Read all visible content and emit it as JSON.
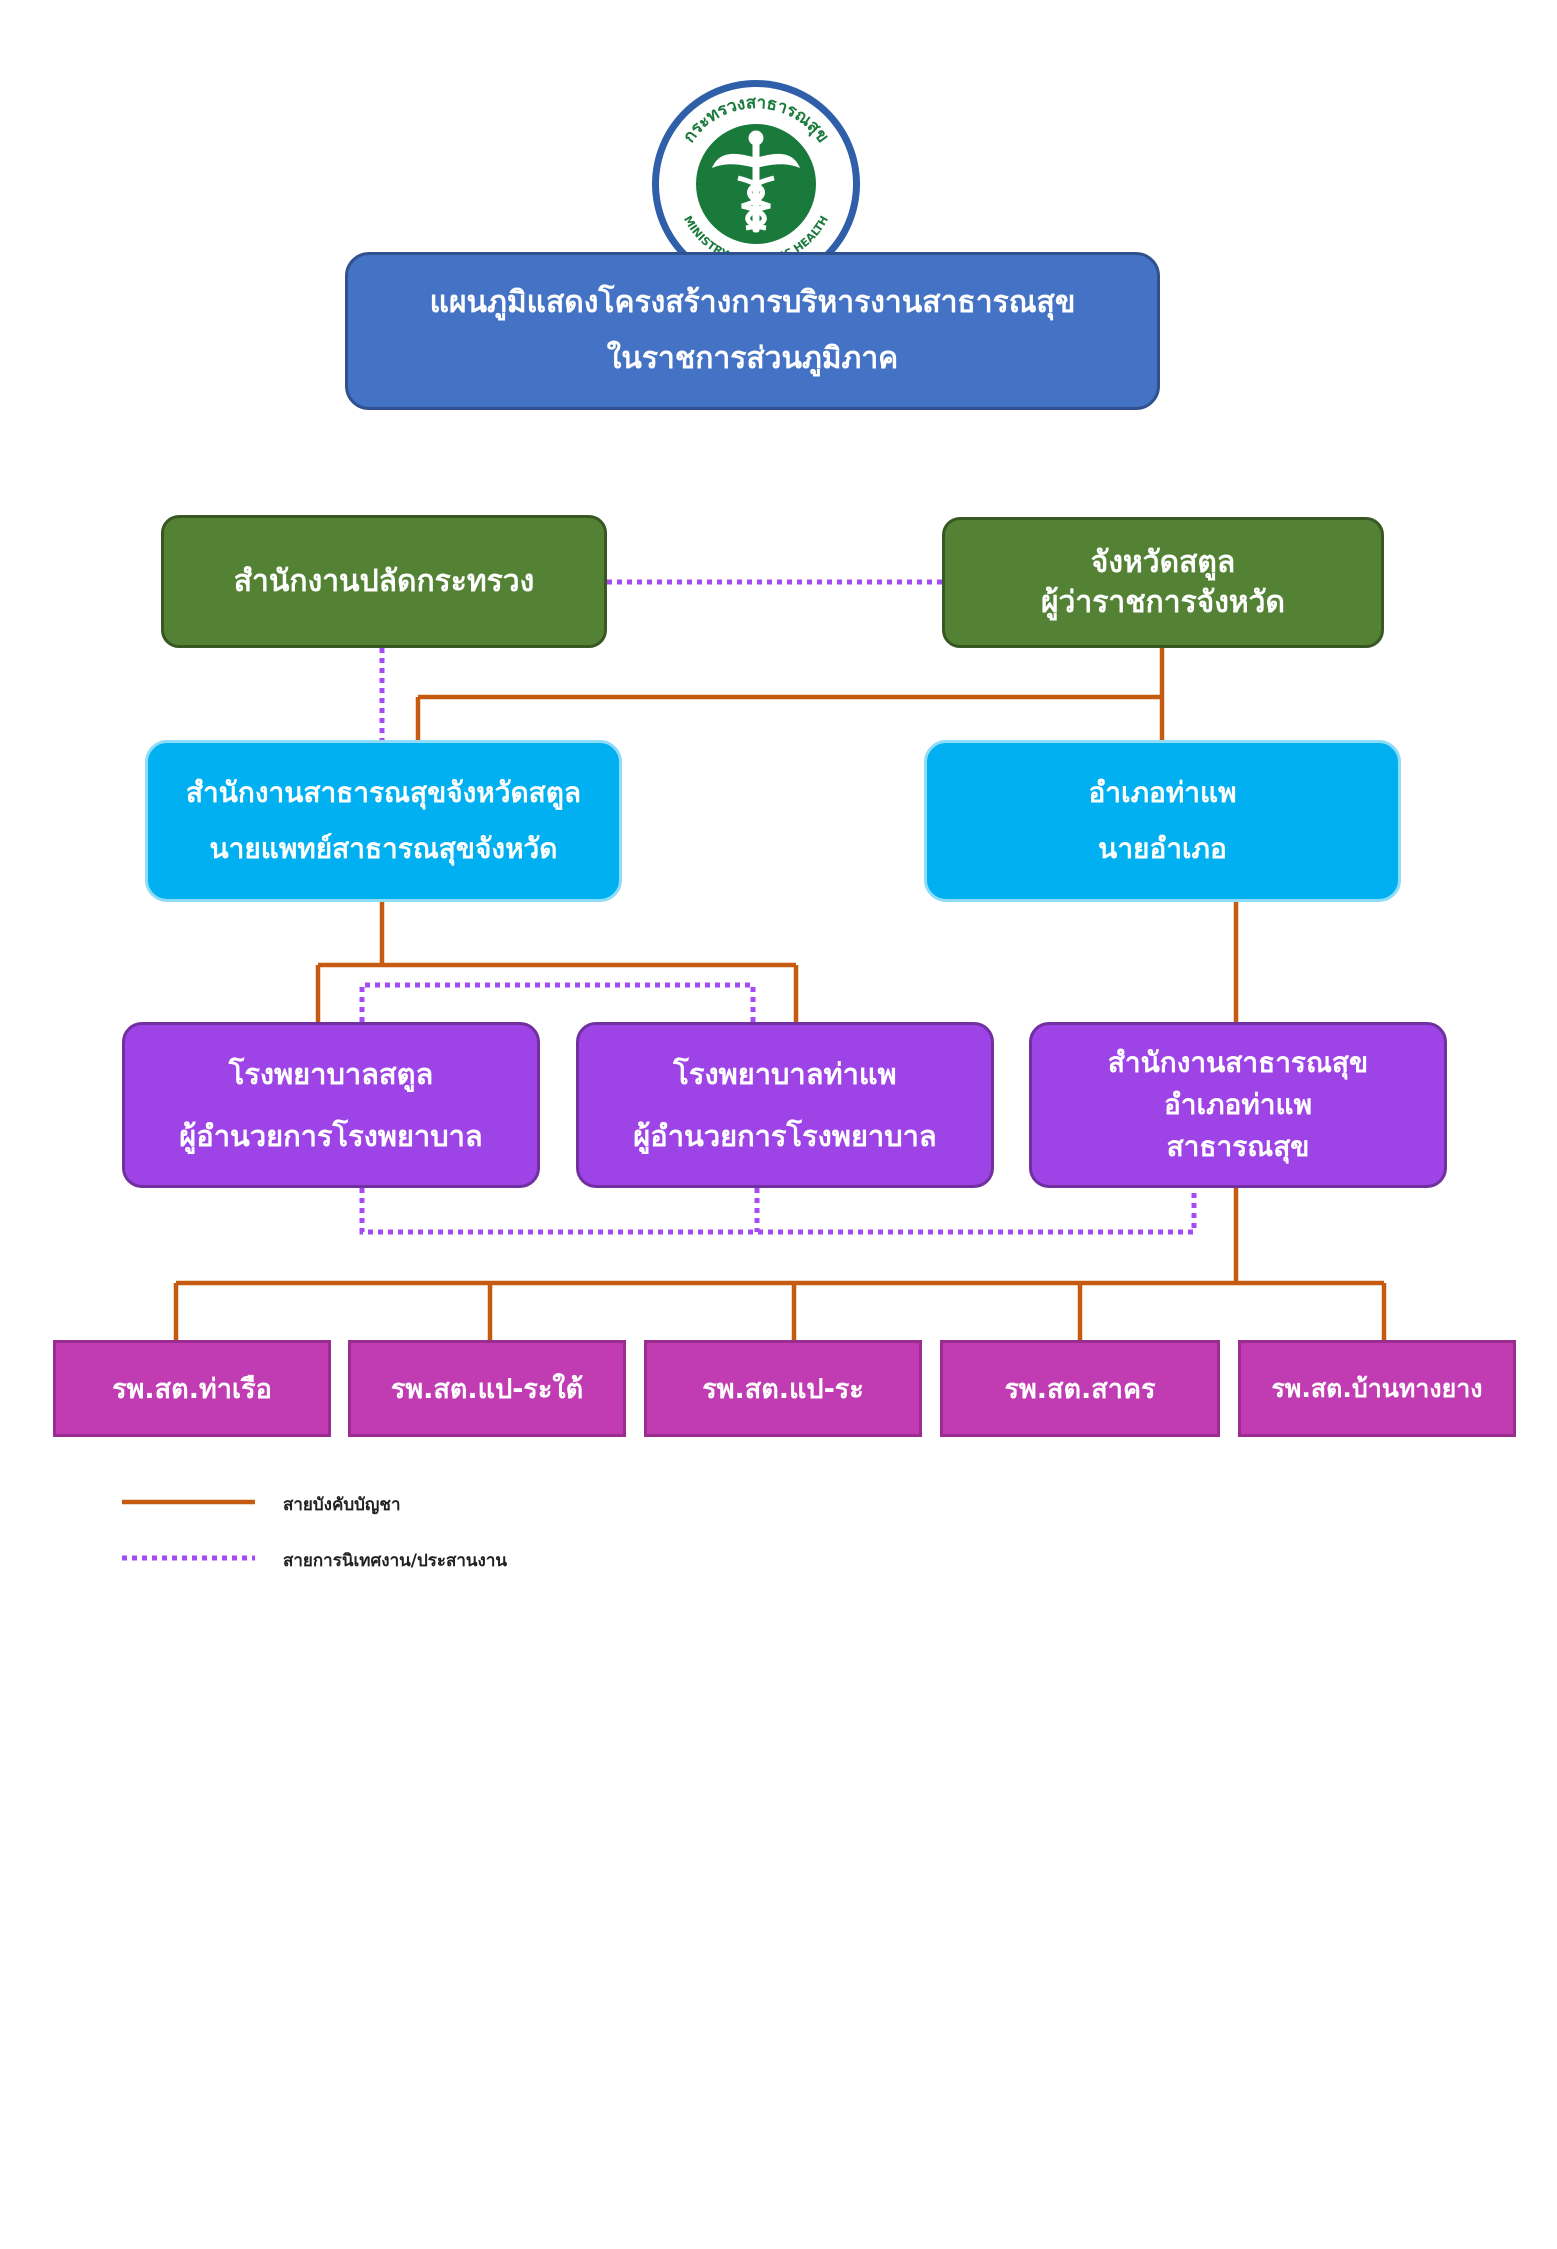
{
  "logo": {
    "text_top": "กระทรวงสาธารณสุข",
    "text_bottom": "MINISTRY OF PUBLIC HEALTH",
    "icon": "caduceus-icon",
    "colors": {
      "ring": "#2e5fa8",
      "inner": "#1a7a3c"
    }
  },
  "title": {
    "line1": "แผนภูมิแสดงโครงสร้างการบริหารงานสาธารณสุข",
    "line2": "ในราชการส่วนภูมิภาค"
  },
  "nodes": {
    "ops": {
      "line1": "สำนักงานปลัดกระทรวง"
    },
    "province": {
      "line1": "จังหวัดสตูล",
      "line2": "ผู้ว่าราชการจังหวัด"
    },
    "pho": {
      "line1": "สำนักงานสาธารณสุขจังหวัดสตูล",
      "line2": "นายแพทย์สาธารณสุขจังหวัด"
    },
    "district": {
      "line1": "อำเภอท่าแพ",
      "line2": "นายอำเภอ"
    },
    "hosp1": {
      "line1": "โรงพยาบาลสตูล",
      "line2": "ผู้อำนวยการโรงพยาบาล"
    },
    "hosp2": {
      "line1": "โรงพยาบาลท่าแพ",
      "line2": "ผู้อำนวยการโรงพยาบาล"
    },
    "dho": {
      "line1": "สำนักงานสาธารณสุข",
      "line2": "อำเภอท่าแพ",
      "line3": "สาธารณสุข"
    }
  },
  "clinics": [
    "รพ.สต.ท่าเรือ",
    "รพ.สต.แป-ระใต้",
    "รพ.สต.แป-ระ",
    "รพ.สต.สาคร",
    "รพ.สต.บ้านทางยาง"
  ],
  "legend": {
    "command": "สายบังคับบัญชา",
    "supervise": "สายการนิเทศงาน/ประสานงาน"
  },
  "colors": {
    "command_line": "#c55a11",
    "supervise_line": "#a64bf4",
    "title_box": "#4472c4",
    "green_box": "#548235",
    "cyan_box": "#00b0f0",
    "purple_box": "#9e43e6",
    "magenta_box": "#c13cb3"
  }
}
